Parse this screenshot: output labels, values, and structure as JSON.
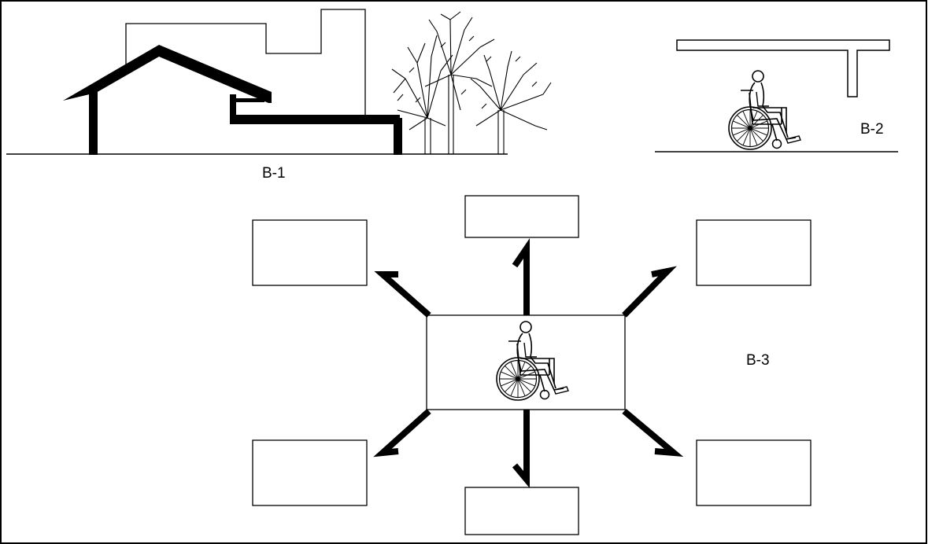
{
  "labels": {
    "b1": "B-1",
    "b2": "B-2",
    "b3": "B-3"
  },
  "icons": [
    "house-outline",
    "trees",
    "wheelchair-user-icon",
    "overhead-canopy"
  ],
  "colors": {
    "ink": "#000000",
    "paper": "#ffffff"
  }
}
